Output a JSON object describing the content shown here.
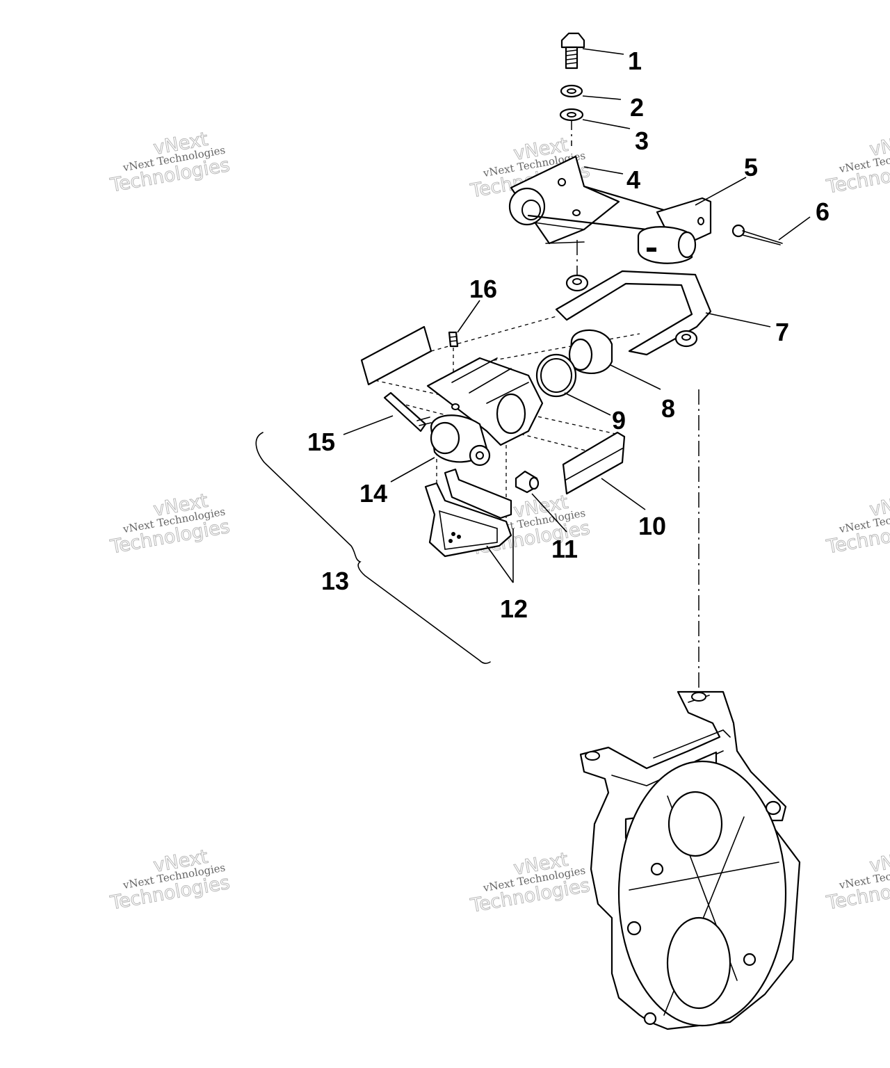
{
  "callouts": [
    {
      "id": "1",
      "label": "1"
    },
    {
      "id": "2",
      "label": "2"
    },
    {
      "id": "3",
      "label": "3"
    },
    {
      "id": "4",
      "label": "4"
    },
    {
      "id": "5",
      "label": "5"
    },
    {
      "id": "6",
      "label": "6"
    },
    {
      "id": "7",
      "label": "7"
    },
    {
      "id": "8",
      "label": "8"
    },
    {
      "id": "9",
      "label": "9"
    },
    {
      "id": "10",
      "label": "10"
    },
    {
      "id": "11",
      "label": "11"
    },
    {
      "id": "12",
      "label": "12"
    },
    {
      "id": "13",
      "label": "13"
    },
    {
      "id": "14",
      "label": "14"
    },
    {
      "id": "15",
      "label": "15"
    },
    {
      "id": "16",
      "label": "16"
    }
  ],
  "watermark": {
    "line1": "vNext",
    "line2": "vNext Technologies",
    "line3": "Technologies"
  }
}
